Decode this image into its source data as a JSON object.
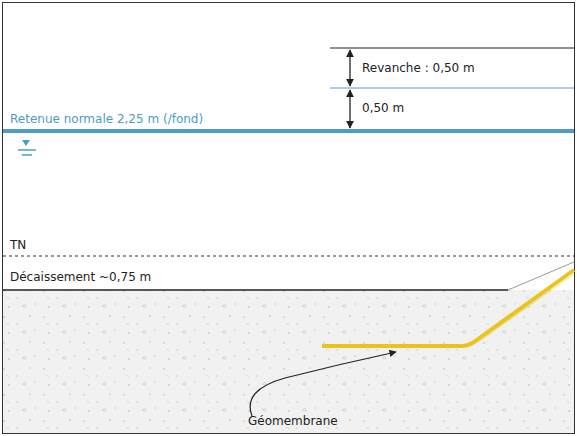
{
  "diagram": {
    "labels": [
      "Revanche : 0,50 m",
      "0,50 m",
      "Retenue normale 2,25 m (/fond)",
      "TN",
      "Décaissement ~0,75 m",
      "Géomembrane"
    ]
  }
}
